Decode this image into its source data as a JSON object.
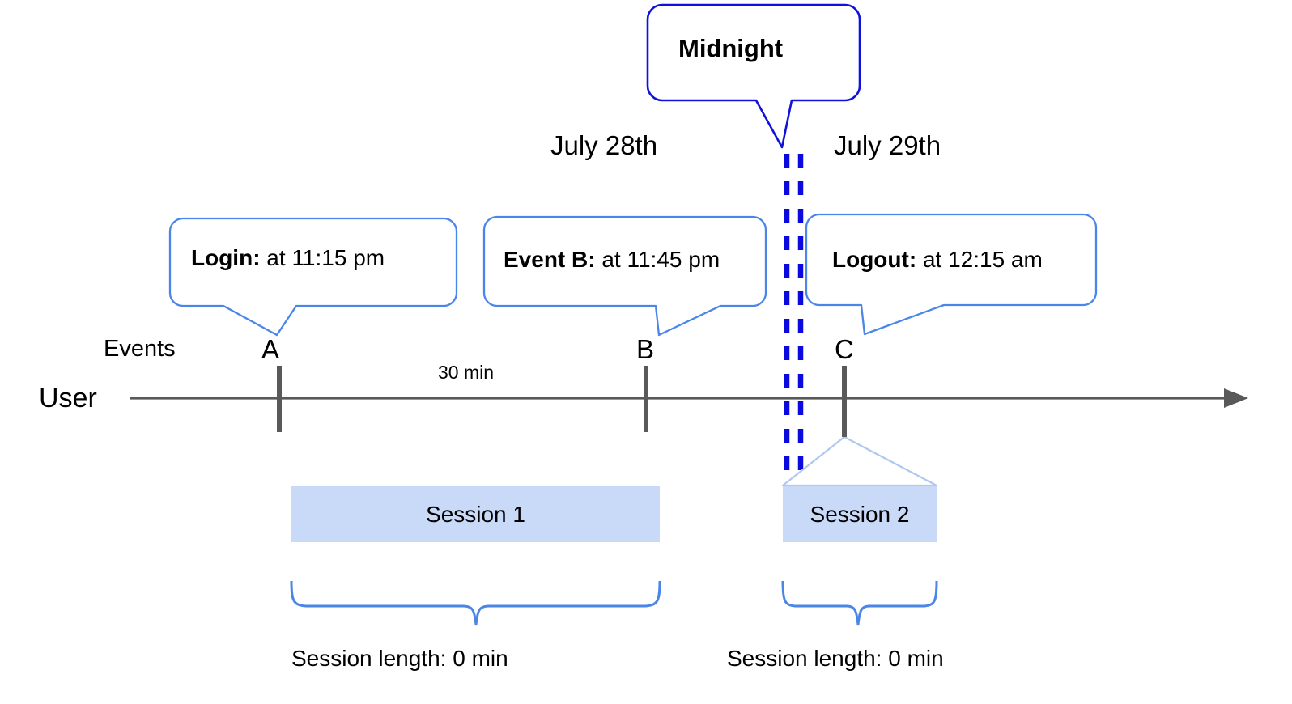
{
  "diagram": {
    "title_callout": {
      "label": "Midnight",
      "border_color": "#1111DD"
    },
    "dates": [
      {
        "id": "day-1",
        "label": "July 28th"
      },
      {
        "id": "day-2",
        "label": "July 29th"
      }
    ],
    "axis": {
      "row_label": "User",
      "events_label": "Events",
      "line_color": "#595959",
      "arrow": "right-arrow-icon"
    },
    "events": [
      {
        "id": "event-a",
        "marker": "A",
        "callout_bold": "Login:",
        "callout_rest": " at 11:15 pm"
      },
      {
        "id": "event-b",
        "marker": "B",
        "callout_bold": "Event B:",
        "callout_rest": " at 11:45 pm"
      },
      {
        "id": "event-c",
        "marker": "C",
        "callout_bold": "Logout:",
        "callout_rest": " at 12:15 am"
      }
    ],
    "durations": [
      {
        "id": "gap-ab",
        "label": "30 min"
      }
    ],
    "sessions": [
      {
        "id": "session-1",
        "label": "Session 1",
        "length_label": "Session length: 0 min",
        "fill_color": "#C9DAF8"
      },
      {
        "id": "session-2",
        "label": "Session 2",
        "length_label": "Session length: 0 min",
        "fill_color": "#C9DAF8"
      }
    ],
    "colors": {
      "callout_border": "#4A86E8",
      "midnight_border": "#1111DD",
      "midnight_dash": "#0A0ADF",
      "session_fill": "#C9DAF8",
      "axis": "#595959",
      "brace": "#4A86E8"
    }
  }
}
